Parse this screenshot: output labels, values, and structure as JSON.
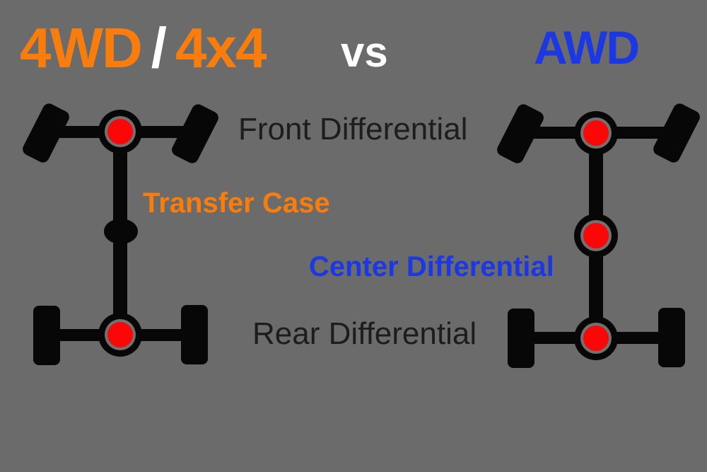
{
  "canvas": {
    "background": "#6b6b6b"
  },
  "header": {
    "left_title": {
      "first": "4WD",
      "slash": "/",
      "second": "4x4"
    },
    "vs_label": "vs",
    "right_title": "AWD"
  },
  "labels": {
    "front_differential": "Front Differential",
    "transfer_case": "Transfer Case",
    "center_differential": "Center Differential",
    "rear_differential": "Rear Differential"
  },
  "colors": {
    "background": "#6b6b6b",
    "orange": "#f97d0d",
    "blue": "#1c38e2",
    "white": "#ffffff",
    "chassis_black": "#070707",
    "differential_red": "#fb0707",
    "ring_gray": "#717171",
    "dark_label_text": "#1d1d1d"
  }
}
